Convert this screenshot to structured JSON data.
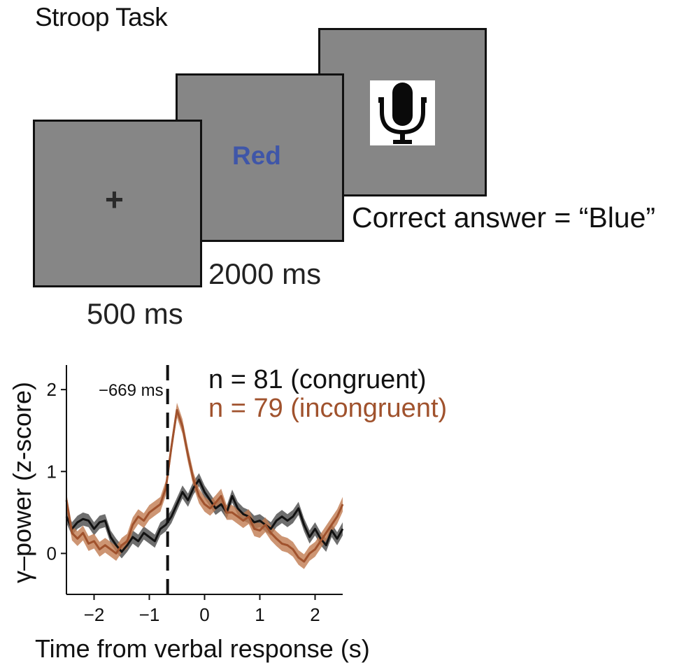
{
  "task": {
    "title": "Stroop Task",
    "fixation_symbol": "+",
    "stimulus_word": "Red",
    "stimulus_color": "#3f56a8",
    "response_icon": "microphone-icon",
    "fixation_duration": "500 ms",
    "stimulus_duration": "2000 ms",
    "correct_answer": "Correct answer = “Blue”"
  },
  "chart_data": {
    "type": "line",
    "xlabel": "Time from verbal response (s)",
    "ylabel": "γ–power (z-score)",
    "xlim": [
      -2.5,
      2.5
    ],
    "ylim": [
      -0.5,
      2.3
    ],
    "xticks": [
      -2,
      -1,
      0,
      1,
      2
    ],
    "xtick_labels": [
      "−2",
      "−1",
      "0",
      "1",
      "2"
    ],
    "yticks": [
      0,
      1,
      2
    ],
    "ytick_labels": [
      "0",
      "1",
      "2"
    ],
    "grid": false,
    "legend_placement": "top-right",
    "annotation": {
      "x": -0.669,
      "label": "−669 ms",
      "style": "dashed vertical line"
    },
    "series": [
      {
        "name": "n = 81 (congruent)",
        "color": "#111111",
        "band_color": "#555555",
        "band_halfwidth": 0.08,
        "x": [
          -2.5,
          -2.4,
          -2.3,
          -2.2,
          -2.1,
          -2.0,
          -1.9,
          -1.8,
          -1.7,
          -1.6,
          -1.5,
          -1.4,
          -1.3,
          -1.2,
          -1.1,
          -1.0,
          -0.9,
          -0.8,
          -0.7,
          -0.6,
          -0.5,
          -0.4,
          -0.3,
          -0.2,
          -0.1,
          0.0,
          0.1,
          0.2,
          0.3,
          0.4,
          0.5,
          0.6,
          0.7,
          0.8,
          0.9,
          1.0,
          1.1,
          1.2,
          1.3,
          1.4,
          1.5,
          1.6,
          1.7,
          1.8,
          1.9,
          2.0,
          2.1,
          2.2,
          2.3,
          2.4,
          2.5
        ],
        "y": [
          0.45,
          0.3,
          0.38,
          0.42,
          0.4,
          0.3,
          0.38,
          0.4,
          0.2,
          0.1,
          0.02,
          0.1,
          0.2,
          0.15,
          0.25,
          0.2,
          0.15,
          0.3,
          0.35,
          0.45,
          0.6,
          0.75,
          0.65,
          0.8,
          0.9,
          0.75,
          0.65,
          0.55,
          0.6,
          0.5,
          0.7,
          0.55,
          0.48,
          0.45,
          0.38,
          0.4,
          0.35,
          0.3,
          0.4,
          0.45,
          0.4,
          0.45,
          0.55,
          0.35,
          0.2,
          0.3,
          0.18,
          0.1,
          0.28,
          0.18,
          0.3
        ]
      },
      {
        "name": "n = 79 (incongruent)",
        "color": "#a0522d",
        "band_color": "#c07a50",
        "band_halfwidth": 0.09,
        "x": [
          -2.5,
          -2.4,
          -2.3,
          -2.2,
          -2.1,
          -2.0,
          -1.9,
          -1.8,
          -1.7,
          -1.6,
          -1.5,
          -1.4,
          -1.3,
          -1.2,
          -1.1,
          -1.0,
          -0.9,
          -0.8,
          -0.7,
          -0.6,
          -0.5,
          -0.4,
          -0.3,
          -0.2,
          -0.1,
          0.0,
          0.1,
          0.2,
          0.3,
          0.4,
          0.5,
          0.6,
          0.7,
          0.8,
          0.9,
          1.0,
          1.1,
          1.2,
          1.3,
          1.4,
          1.5,
          1.6,
          1.7,
          1.8,
          1.9,
          2.0,
          2.1,
          2.2,
          2.3,
          2.4,
          2.5
        ],
        "y": [
          0.65,
          0.25,
          0.18,
          0.25,
          0.12,
          0.15,
          0.05,
          0.1,
          0.05,
          0.0,
          0.1,
          0.15,
          0.35,
          0.45,
          0.4,
          0.5,
          0.55,
          0.6,
          0.8,
          1.3,
          1.75,
          1.55,
          1.2,
          0.9,
          0.7,
          0.6,
          0.55,
          0.62,
          0.7,
          0.5,
          0.5,
          0.45,
          0.4,
          0.45,
          0.3,
          0.28,
          0.35,
          0.25,
          0.18,
          0.12,
          0.1,
          0.05,
          -0.05,
          -0.1,
          0.0,
          0.05,
          0.15,
          0.25,
          0.35,
          0.45,
          0.6
        ]
      }
    ]
  }
}
